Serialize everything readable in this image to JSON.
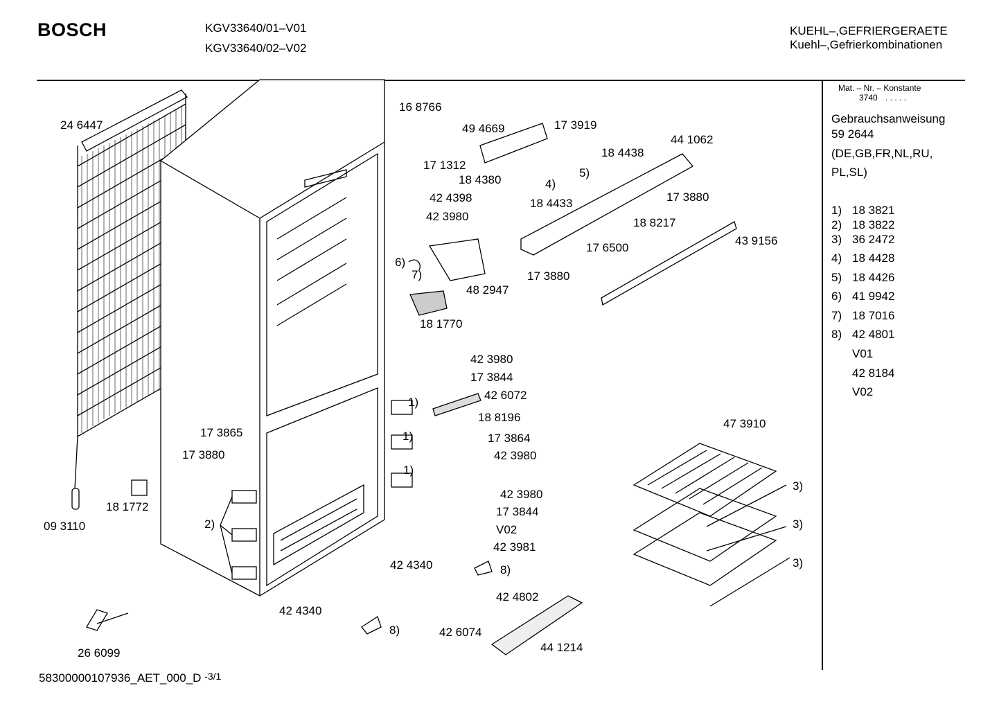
{
  "header": {
    "brand": "BOSCH",
    "models": [
      "KGV33640/01–V01",
      "KGV33640/02–V02"
    ],
    "category_main": "KUEHL–,GEFRIERGERAETE",
    "category_sub": "Kuehl–,Gefrierkombinationen"
  },
  "sidebar": {
    "mat_label": "Mat. – Nr. – Konstante",
    "mat_value": "3740",
    "mat_dots": ". . . . .",
    "manual_title": "Gebrauchsanweisung",
    "manual_number": "59 2644",
    "languages_1": "(DE,GB,FR,NL,RU,",
    "languages_2": "PL,SL)",
    "notes": [
      {
        "key": "1)",
        "value": "18 3821"
      },
      {
        "key": "2)",
        "value": "18 3822"
      },
      {
        "key": "3)",
        "value": "36 2472"
      },
      {
        "key": "4)",
        "value": "18 4428"
      },
      {
        "key": "5)",
        "value": "18 4426"
      },
      {
        "key": "6)",
        "value": "41 9942"
      },
      {
        "key": "7)",
        "value": "18 7016"
      },
      {
        "key": "8)",
        "value": "42 4801"
      }
    ],
    "variant_1": "V01",
    "variant_part": "42 8184",
    "variant_2": "V02"
  },
  "parts": {
    "p246447": "24 6447",
    "p168766": "16 8766",
    "p494669": "49 4669",
    "p173919": "17 3919",
    "p171312": "17 1312",
    "p184380": "18 4380",
    "p184438": "18 4438",
    "p441062": "44 1062",
    "p424398": "42 4398",
    "p423980_a": "42 3980",
    "n5": "5)",
    "n4": "4)",
    "p184433": "18 4433",
    "p173880_a": "17 3880",
    "p188217": "18 8217",
    "p439156": "43 9156",
    "n6": "6)",
    "n7": "7)",
    "p176500": "17 6500",
    "p482947": "48 2947",
    "p173880_b": "17 3880",
    "p181770": "18 1770",
    "p423980_b": "42 3980",
    "p173844_a": "17 3844",
    "p426072": "42 6072",
    "n1_a": "1)",
    "n1_b": "1)",
    "n1_c": "1)",
    "p188196": "18 8196",
    "p173864": "17 3864",
    "p423980_c": "42 3980",
    "p173865": "17 3865",
    "p173880_c": "17 3880",
    "p473910": "47 3910",
    "p181772": "18 1772",
    "p093110": "09 3110",
    "n2": "2)",
    "p423980_d": "42 3980",
    "p173844_b": "17 3844",
    "v02": "V02",
    "p423981": "42 3981",
    "n3_a": "3)",
    "n3_b": "3)",
    "n3_c": "3)",
    "p424340_a": "42 4340",
    "n8_a": "8)",
    "p424802": "42 4802",
    "p424340_b": "42 4340",
    "p266099": "26 6099",
    "n8_b": "8)",
    "p426074": "42 6074",
    "p441214": "44 1214"
  },
  "footer": {
    "doc_id": "58300000107936_AET_000_D",
    "page": "-3/1"
  }
}
